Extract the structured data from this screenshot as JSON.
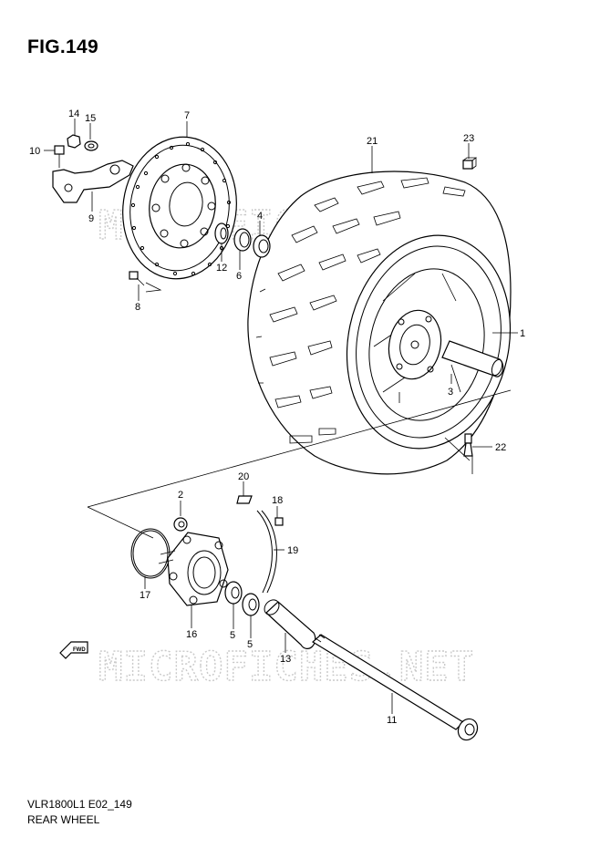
{
  "figure_label": "FIG.149",
  "model_code": "VLR1800L1 E02_149",
  "caption": "REAR WHEEL",
  "watermark": "MICROFICHES.NET",
  "fwd_label": "FWD",
  "callouts": [
    "1",
    "2",
    "3",
    "4",
    "5",
    "5",
    "6",
    "7",
    "8",
    "9",
    "10",
    "11",
    "12",
    "13",
    "14",
    "15",
    "16",
    "17",
    "18",
    "19",
    "20",
    "21",
    "22",
    "23"
  ]
}
